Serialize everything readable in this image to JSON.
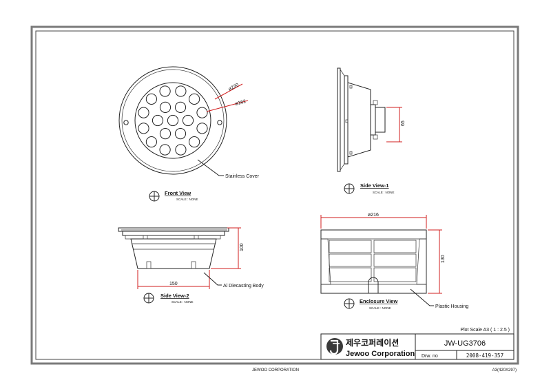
{
  "colors": {
    "frame": "#7a7a7a",
    "dimension": "#d21c1c",
    "ink": "#222222"
  },
  "front_view": {
    "title": "Front View",
    "scale": "SCALE : NONE",
    "dia_outer": "ø230",
    "dia_inner": "ø162",
    "callout": "Stainless Cover"
  },
  "side_view_1": {
    "title": "Side View-1",
    "scale": "SCALE : NONE",
    "dim": "65"
  },
  "side_view_2": {
    "title": "Side View-2",
    "scale": "SCALE : NONE",
    "dim_height": "100",
    "dim_width": "150",
    "callout": "Al Diecasting Body"
  },
  "enclosure_view": {
    "title": "Enclosure View",
    "scale": "SCALE : NONE",
    "dim_width": "ø216",
    "dim_height": "130",
    "callout": "Plastic Housing"
  },
  "title_block": {
    "plot_scale": "Plot Scale  A3 ( 1 : 2.5 )",
    "company_korean": "제우코퍼레이션",
    "company_english": "Jewoo Corporation",
    "model": "JW-UG3706",
    "drw_label": "Drw. no",
    "drw_number": "2008-419-357"
  },
  "footer": {
    "company": "JEWOO CORPORATION",
    "paper": "A3(420X297)"
  }
}
